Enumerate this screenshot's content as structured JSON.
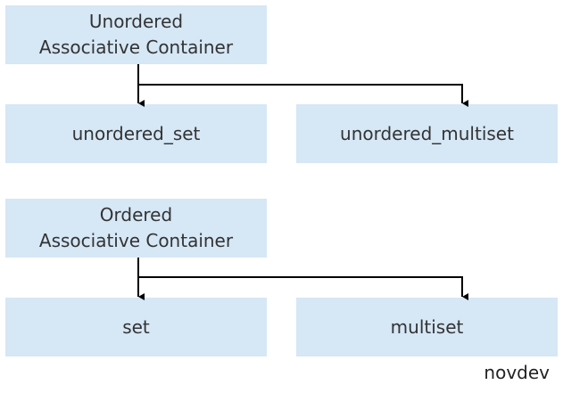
{
  "groups": [
    {
      "parent": {
        "line1": "Unordered",
        "line2": "Associative Container"
      },
      "children": [
        "unordered_set",
        "unordered_multiset"
      ]
    },
    {
      "parent": {
        "line1": "Ordered",
        "line2": "Associative Container"
      },
      "children": [
        "set",
        "multiset"
      ]
    }
  ],
  "credit": "novdev",
  "colors": {
    "box_fill": "#d6e7f6",
    "text": "#333333",
    "connector": "#000000"
  }
}
